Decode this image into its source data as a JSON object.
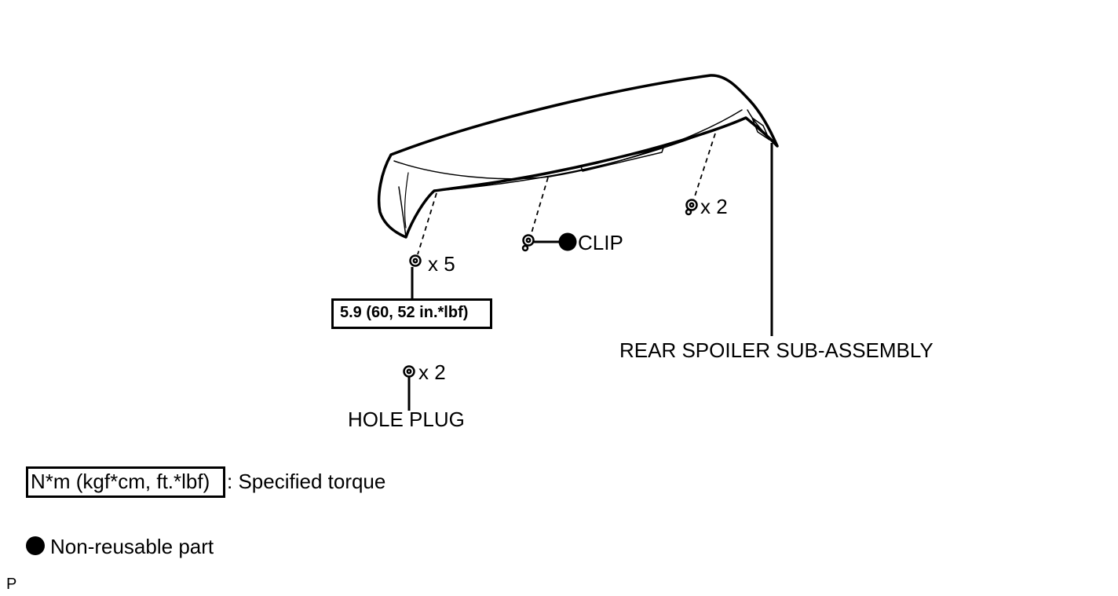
{
  "diagram": {
    "part_name": "REAR SPOILER SUB-ASSEMBLY",
    "nut_count_left": "x 5",
    "nut_count_right": "x 2",
    "plug_count": "x 2",
    "clip_label": "CLIP",
    "torque_value": "5.9 (60, 52 in.*lbf)",
    "hole_plug_label": "HOLE PLUG"
  },
  "legend": {
    "torque_units": "N*m (kgf*cm, ft.*lbf)",
    "torque_desc": ": Specified torque",
    "nonreusable_desc": "Non-reusable part"
  },
  "footer": {
    "code": "P"
  }
}
